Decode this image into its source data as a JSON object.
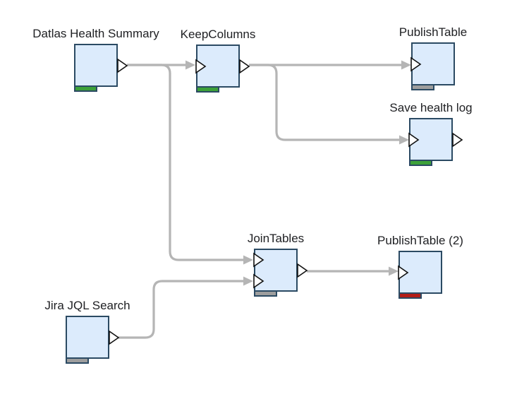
{
  "diagram": {
    "kind": "workflow-canvas",
    "background": "#ffffff"
  },
  "colors": {
    "node_fill": "#dcebfc",
    "node_border": "#2b4a63",
    "port_fill": "#ffffff",
    "port_stroke": "#111111",
    "edge": "#b5b5b5",
    "label_text": "#202124",
    "status_success": "#3da139",
    "status_idle": "#9e9e9e",
    "status_error": "#b21c17"
  },
  "nodes": [
    {
      "id": "datlas-health-summary",
      "label": "Datlas Health Summary",
      "status": "success",
      "inputs": 0,
      "outputs": 1
    },
    {
      "id": "keep-columns",
      "label": "KeepColumns",
      "status": "success",
      "inputs": 1,
      "outputs": 1
    },
    {
      "id": "publish-table",
      "label": "PublishTable",
      "status": "idle",
      "inputs": 1,
      "outputs": 0
    },
    {
      "id": "save-health-log",
      "label": "Save health log",
      "status": "success",
      "inputs": 1,
      "outputs": 1
    },
    {
      "id": "join-tables",
      "label": "JoinTables",
      "status": "idle",
      "inputs": 2,
      "outputs": 1
    },
    {
      "id": "publish-table-2",
      "label": "PublishTable (2)",
      "status": "error",
      "inputs": 1,
      "outputs": 0
    },
    {
      "id": "jira-jql-search",
      "label": "Jira JQL Search",
      "status": "idle",
      "inputs": 0,
      "outputs": 1
    }
  ],
  "edges": [
    {
      "from": "datlas-health-summary",
      "to": "keep-columns",
      "to_port": 1
    },
    {
      "from": "datlas-health-summary",
      "to": "join-tables",
      "to_port": 1
    },
    {
      "from": "keep-columns",
      "to": "publish-table",
      "to_port": 1
    },
    {
      "from": "keep-columns",
      "to": "save-health-log",
      "to_port": 1
    },
    {
      "from": "join-tables",
      "to": "publish-table-2",
      "to_port": 1
    },
    {
      "from": "jira-jql-search",
      "to": "join-tables",
      "to_port": 2
    }
  ]
}
